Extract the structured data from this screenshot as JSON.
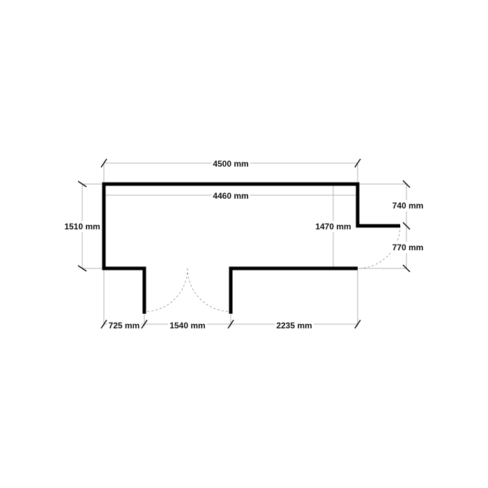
{
  "dimensions": {
    "overall_width": "4500 mm",
    "inner_width": "4460 mm",
    "overall_depth": "1510 mm",
    "inner_depth": "1470 mm",
    "right_upper": "740 mm",
    "right_lower": "770 mm",
    "bottom_left": "725 mm",
    "bottom_door": "1540 mm",
    "bottom_right": "2235 mm"
  }
}
